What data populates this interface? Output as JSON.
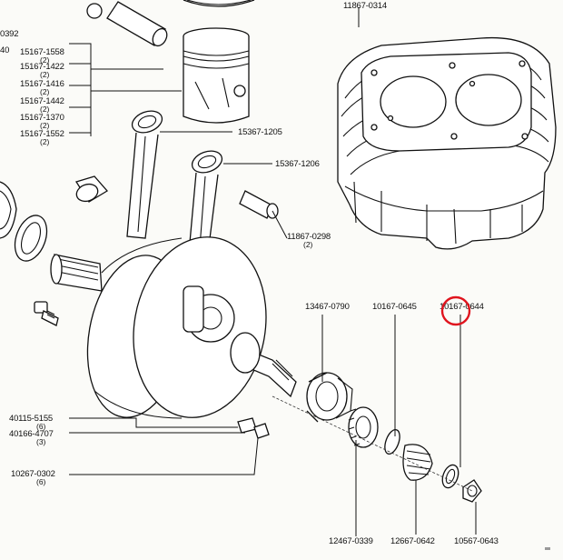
{
  "diagram": {
    "labels": [
      {
        "id": "l-0314",
        "text": "11867-0314",
        "qty": ""
      },
      {
        "id": "l-0392",
        "text": "0392",
        "qty": ""
      },
      {
        "id": "l-1558",
        "text": "15167-1558",
        "qty": "(2)"
      },
      {
        "id": "l-1422",
        "text": "15167-1422",
        "qty": "(2)"
      },
      {
        "id": "l-1416",
        "text": "15167-1416",
        "qty": "(2)"
      },
      {
        "id": "l-1442",
        "text": "15167-1442",
        "qty": "(2)"
      },
      {
        "id": "l-1370",
        "text": "15167-1370",
        "qty": "(2)"
      },
      {
        "id": "l-1552",
        "text": "15167-1552",
        "qty": "(2)"
      },
      {
        "id": "l-1205",
        "text": "15367-1205",
        "qty": ""
      },
      {
        "id": "l-1206",
        "text": "15367-1206",
        "qty": ""
      },
      {
        "id": "l-0298",
        "text": "11867-0298",
        "qty": "(2)"
      },
      {
        "id": "l-0790",
        "text": "13467-0790",
        "qty": ""
      },
      {
        "id": "l-0645",
        "text": "10167-0645",
        "qty": ""
      },
      {
        "id": "l-0644",
        "text": "10167-0644",
        "qty": ""
      },
      {
        "id": "l-5155",
        "text": "40115-5155",
        "qty": "(6)"
      },
      {
        "id": "l-4707",
        "text": "40166-4707",
        "qty": "(3)"
      },
      {
        "id": "l-0302",
        "text": "10267-0302",
        "qty": "(6)"
      },
      {
        "id": "l-0339",
        "text": "12467-0339",
        "qty": ""
      },
      {
        "id": "l-0642",
        "text": "12667-0642",
        "qty": ""
      },
      {
        "id": "l-0643",
        "text": "10567-0643",
        "qty": ""
      },
      {
        "id": "l-40",
        "text": "40",
        "qty": ""
      }
    ],
    "highlight": {
      "target": "10167-0644",
      "color": "#e0141e"
    },
    "colors": {
      "ink": "#111111",
      "paper": "#fbfbf8"
    }
  }
}
